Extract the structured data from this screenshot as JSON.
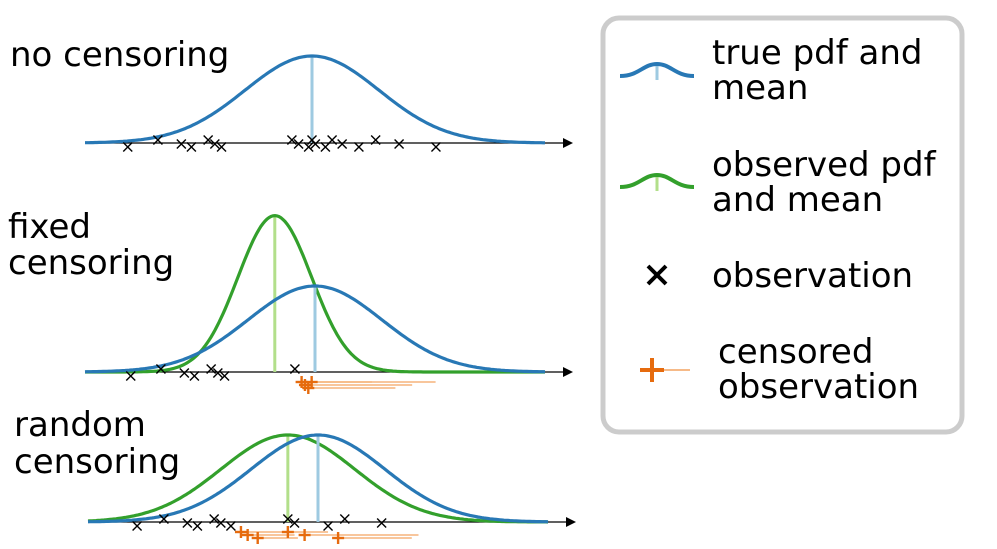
{
  "panels": [
    {
      "label_lines": [
        "no censoring"
      ],
      "true_curve": {
        "mean": 0.0,
        "sd": 1.0
      },
      "observed_curve": null,
      "observations": [
        -2.75,
        -2.3,
        -1.95,
        -1.8,
        -1.55,
        -1.45,
        -1.35,
        -0.3,
        -0.2,
        -0.05,
        0.0,
        0.05,
        0.2,
        0.3,
        0.45,
        0.7,
        0.95,
        1.3,
        1.85
      ],
      "censored": []
    },
    {
      "label_lines": [
        "fixed",
        "censoring"
      ],
      "true_curve": {
        "mean": 0.0,
        "sd": 1.0
      },
      "observed_curve": {
        "mean": -0.6,
        "sd": 0.55
      },
      "observations": [
        -2.75,
        -2.3,
        -1.95,
        -1.8,
        -1.55,
        -1.45,
        -1.35,
        -0.3
      ],
      "censored": [
        {
          "x": -0.2,
          "len": 2.0
        },
        {
          "x": -0.15,
          "len": 1.6
        },
        {
          "x": -0.1,
          "len": 1.3
        },
        {
          "x": -0.05,
          "len": 0.9
        }
      ]
    },
    {
      "label_lines": [
        "random",
        "censoring"
      ],
      "true_curve": {
        "mean": 0.0,
        "sd": 1.0
      },
      "observed_curve": {
        "mean": -0.45,
        "sd": 1.0
      },
      "observations": [
        -2.7,
        -2.3,
        -1.95,
        -1.8,
        -1.55,
        -1.45,
        -1.3,
        -0.45,
        -0.35,
        0.15,
        0.4,
        0.95
      ],
      "censored": [
        {
          "x": -1.15,
          "len": 0.8
        },
        {
          "x": -1.05,
          "len": 0.7
        },
        {
          "x": -0.9,
          "len": 0.6
        },
        {
          "x": -0.45,
          "len": 0.6
        },
        {
          "x": -0.2,
          "len": 1.7
        },
        {
          "x": 0.3,
          "len": 1.1
        }
      ]
    }
  ],
  "legend": {
    "items": [
      {
        "kind": "true",
        "lines": [
          "true pdf and",
          "mean"
        ]
      },
      {
        "kind": "observed",
        "lines": [
          "observed pdf",
          "and mean"
        ]
      },
      {
        "kind": "observation",
        "lines": [
          "observation"
        ]
      },
      {
        "kind": "censored",
        "lines": [
          "censored",
          "observation"
        ]
      }
    ]
  },
  "colors": {
    "true_curve": "#2878b5",
    "true_mean": "#9ecae1",
    "observed_curve": "#33a02c",
    "observed_mean": "#b2df8a",
    "observation": "#000000",
    "censored": "#e66b0e",
    "censored_line": "#f4a460",
    "axis": "#000000",
    "legend_border": "#cccccc"
  }
}
